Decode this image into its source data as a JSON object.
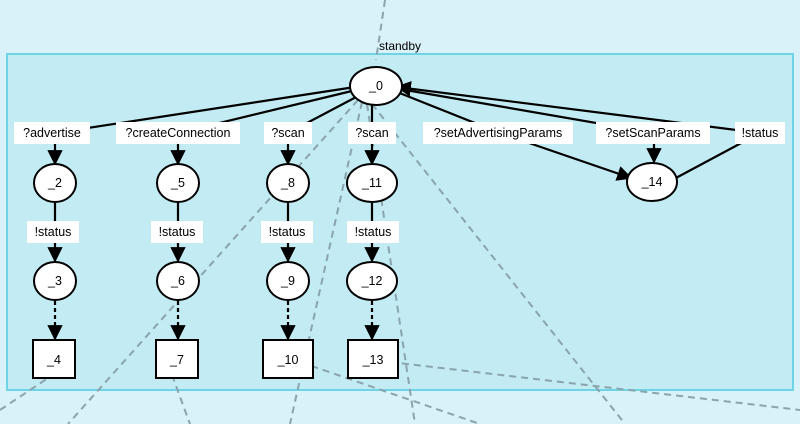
{
  "cluster": {
    "label": "standby"
  },
  "nodes": {
    "n0": "_0",
    "n2": "_2",
    "n3": "_3",
    "n4": "_4",
    "n5": "_5",
    "n6": "_6",
    "n7": "_7",
    "n8": "_8",
    "n9": "_9",
    "n10": "_10",
    "n11": "_11",
    "n12": "_12",
    "n13": "_13",
    "n14": "_14"
  },
  "edge_labels": {
    "advertise": "?advertise",
    "create_connection": "?createConnection",
    "scan_a": "?scan",
    "scan_b": "?scan",
    "set_advertising_params": "?setAdvertisingParams",
    "set_scan_params": "?setScanParams",
    "status_to_0": "!status",
    "status_2_3": "!status",
    "status_5_6": "!status",
    "status_8_9": "!status",
    "status_11_12": "!status"
  }
}
